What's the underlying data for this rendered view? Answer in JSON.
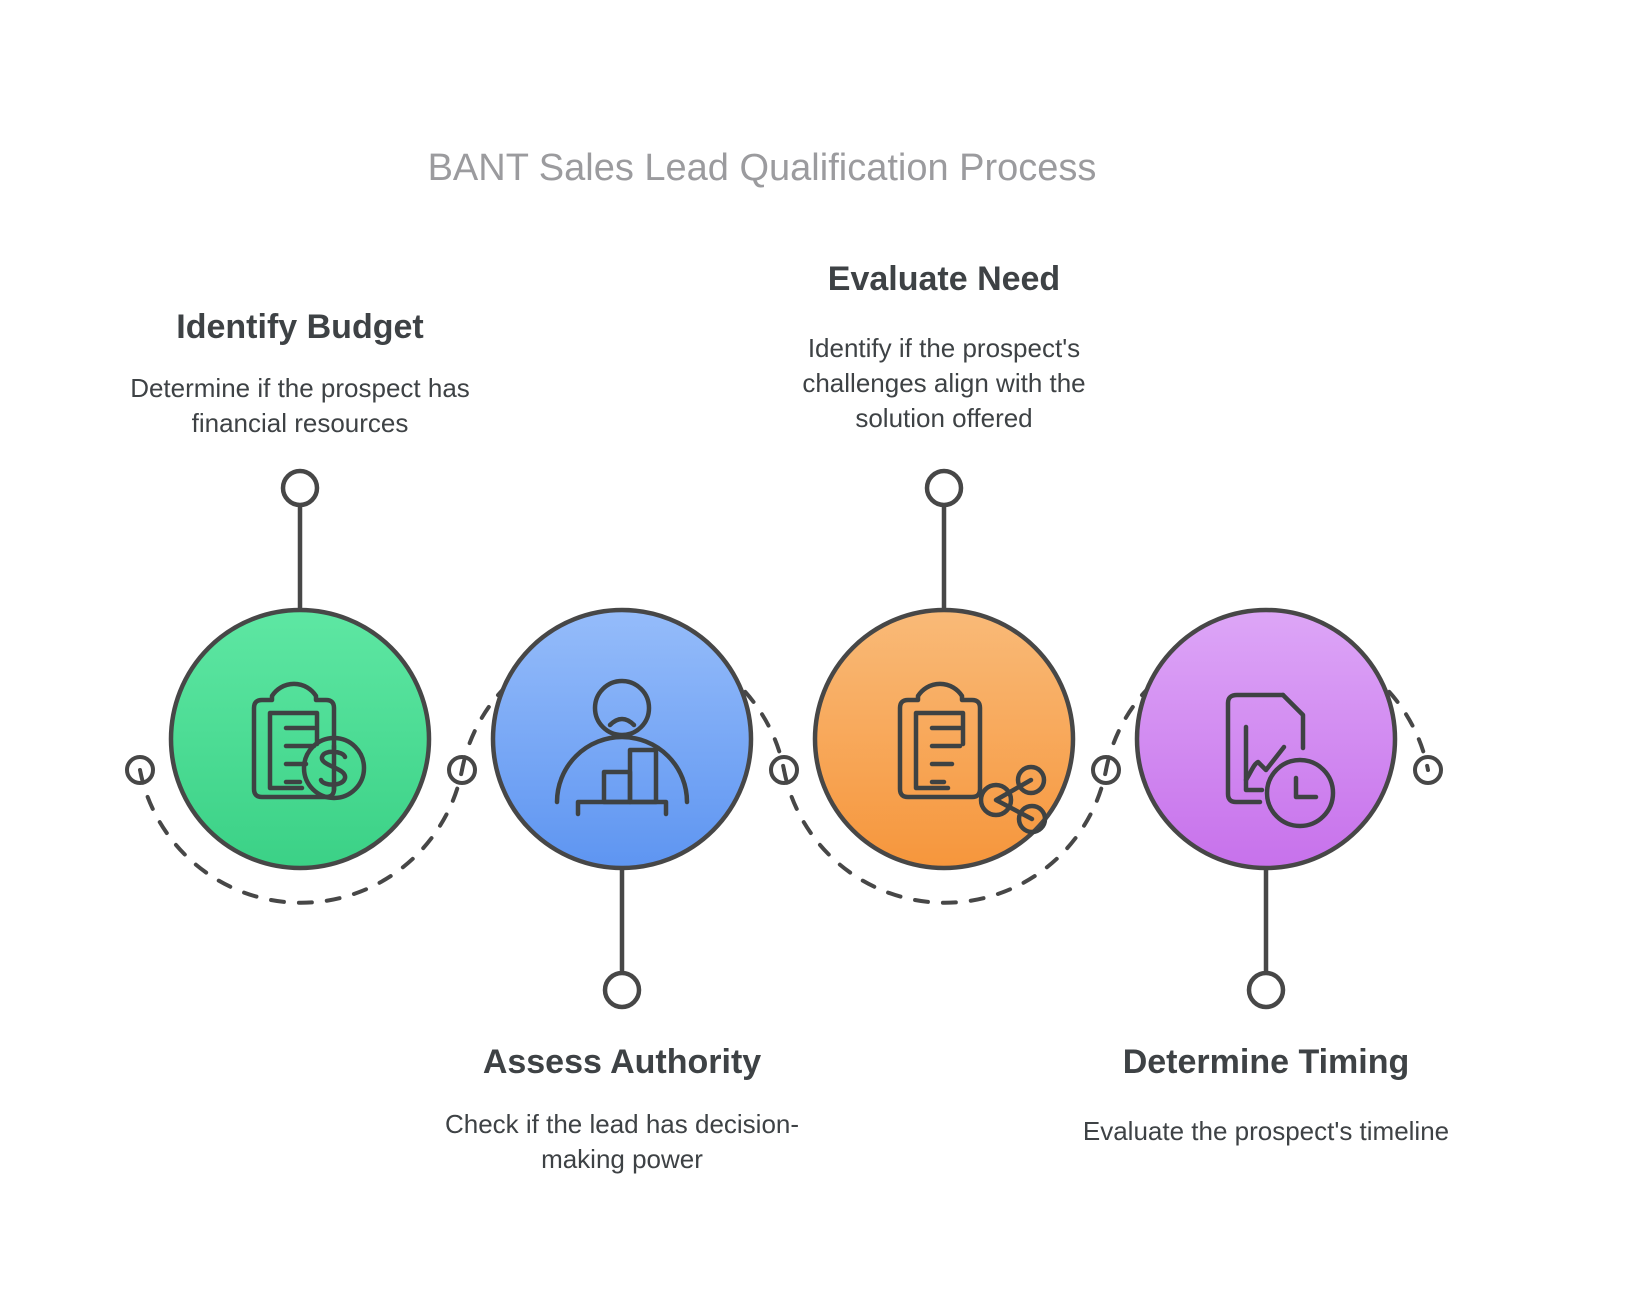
{
  "title": "BANT Sales Lead Qualification Process",
  "colors": {
    "outline_stroke": "#474747",
    "heading_text": "#3e4245",
    "body_text": "#3e4245",
    "title_text": "#9b9b9e"
  },
  "steps": [
    {
      "title": "Identify Budget",
      "desc_lines": [
        "Determine if the prospect has",
        "financial resources"
      ],
      "icon": "clipboard-dollar-icon",
      "gradient_top": "#5ee7a3",
      "gradient_bottom": "#3bd186",
      "dot": "#60e2a1"
    },
    {
      "title": "Assess Authority",
      "desc_lines": [
        "Check if the lead has decision-",
        "making power"
      ],
      "icon": "person-chart-icon",
      "gradient_top": "#95bcfa",
      "gradient_bottom": "#5e95f1",
      "dot": "#5191f2"
    },
    {
      "title": "Evaluate Need",
      "desc_lines": [
        "Identify if the prospect's",
        "challenges align with the",
        "solution offered"
      ],
      "icon": "clipboard-share-icon",
      "gradient_top": "#f9ba78",
      "gradient_bottom": "#f6963c",
      "dot": "#f8a95e"
    },
    {
      "title": "Determine Timing",
      "desc_lines": [
        "Evaluate the prospect's timeline"
      ],
      "icon": "document-clock-icon",
      "gradient_top": "#dda6f7",
      "gradient_bottom": "#c771eb",
      "dot": "#cb74ee"
    }
  ]
}
